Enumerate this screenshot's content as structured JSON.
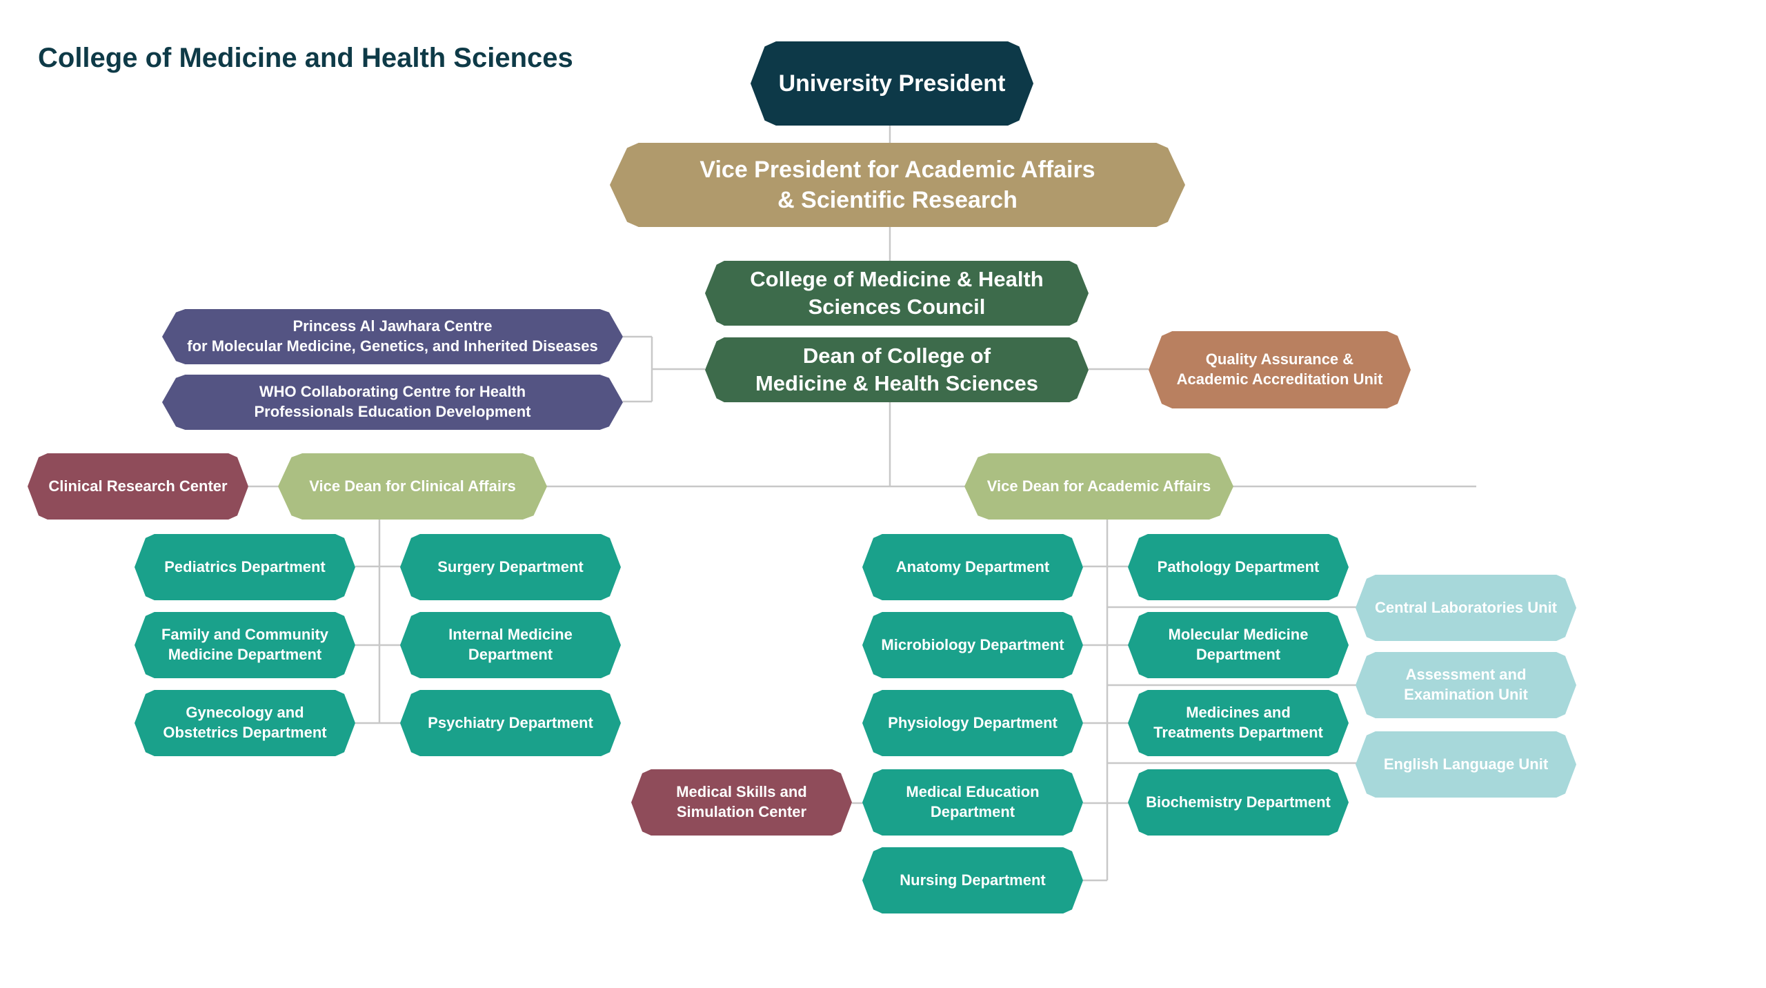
{
  "page_title": "College of Medicine and Health Sciences",
  "colors": {
    "navy": "#0d3948",
    "gold": "#b09a6c",
    "dark_green": "#3d6b4b",
    "purple": "#545483",
    "copper": "#b98060",
    "maroon": "#8f4c5a",
    "sage": "#abbf82",
    "teal": "#1aa18b",
    "light_teal": "#a7d8da",
    "connector": "#c8c8c8"
  },
  "nodes": {
    "president": "University President",
    "vp": "Vice President for Academic Affairs\n& Scientific Research",
    "council": "College of Medicine & Health\nSciences Council",
    "dean": "Dean of College of\nMedicine & Health Sciences",
    "jawhara": "Princess Al Jawhara Centre\nfor Molecular Medicine, Genetics, and Inherited Diseases",
    "who": "WHO Collaborating Centre for Health\nProfessionals Education Development",
    "qa": "Quality Assurance &\nAcademic Accreditation Unit",
    "clinical_research": "Clinical Research Center",
    "vd_clinical": "Vice Dean for Clinical Affairs",
    "vd_academic": "Vice Dean for Academic Affairs",
    "pediatrics": "Pediatrics Department",
    "surgery": "Surgery Department",
    "family": "Family and Community\nMedicine Department",
    "internal": "Internal Medicine\nDepartment",
    "gynecology": "Gynecology and\nObstetrics Department",
    "psychiatry": "Psychiatry Department",
    "anatomy": "Anatomy Department",
    "pathology": "Pathology Department",
    "central_labs": "Central Laboratories Unit",
    "microbiology": "Microbiology Department",
    "molecular": "Molecular Medicine\nDepartment",
    "assessment": "Assessment and\nExamination  Unit",
    "physiology": "Physiology Department",
    "medicines": "Medicines and\nTreatments Department",
    "english": "English Language Unit",
    "skills": "Medical Skills and\nSimulation Center",
    "med_education": "Medical Education\nDepartment",
    "biochemistry": "Biochemistry Department",
    "nursing": "Nursing Department"
  }
}
